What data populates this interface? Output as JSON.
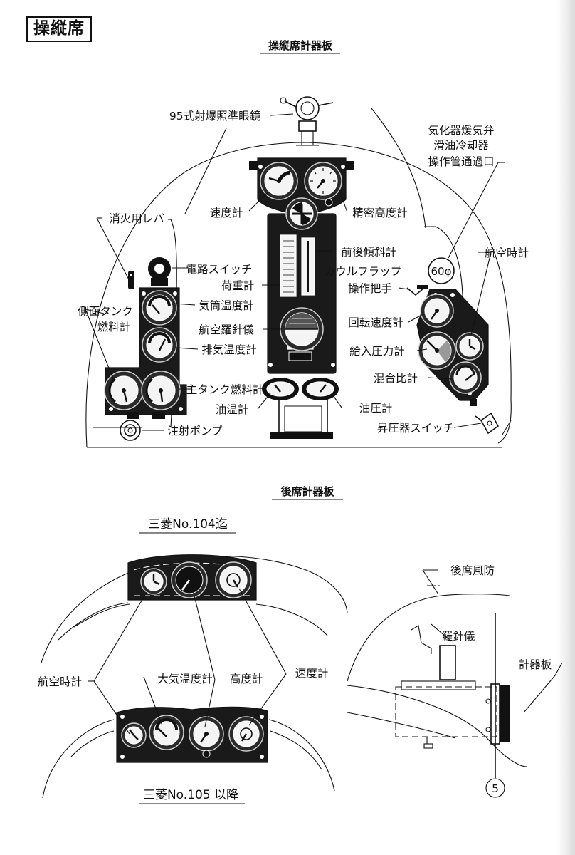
{
  "section_tag": "操縦席",
  "titles": {
    "front_panel": "操縦席計器板",
    "rear_panel": "後席計器板"
  },
  "front_labels": {
    "bombsight": "95式射爆照準眼鏡",
    "carb_line1": "気化器煖気弁",
    "carb_line2": "滑油冷却器",
    "carb_line3": "操作管通過口",
    "extinguisher": "消火用レバ",
    "airspeed": "速度計",
    "precision_alt": "精密高度計",
    "circuit_switch": "電路スイッチ",
    "pitch_indicator": "前後傾斜計",
    "aircraft_clock": "航空時計",
    "cowl_flap": "カウルフラップ",
    "cowl_flap_handle": "操作把手",
    "plate_value": "60φ",
    "side_tank": "側面タンク",
    "side_tank_fuel": "燃料計",
    "load_gauge": "荷重計",
    "cyl_temp": "気筒温度計",
    "compass": "航空羅針儀",
    "tachometer": "回転速度計",
    "exhaust_temp": "排気温度計",
    "boost_gauge": "給入圧力計",
    "mixture": "混合比計",
    "main_tank_fuel": "主タンク燃料計",
    "oil_temp": "油温計",
    "oil_press": "油圧計",
    "primer": "注射ポンプ",
    "supercharger_switch": "昇圧器スイッチ"
  },
  "rear_labels": {
    "model_early": "三菱No.104迄",
    "model_late": "三菱No.105 以降",
    "clock": "航空時計",
    "air_temp": "大気温度計",
    "altimeter": "高度計",
    "airspeed": "速度計",
    "rear_canopy": "後席風防",
    "compass": "羅針儀",
    "panel": "計器板",
    "callout": "5"
  }
}
